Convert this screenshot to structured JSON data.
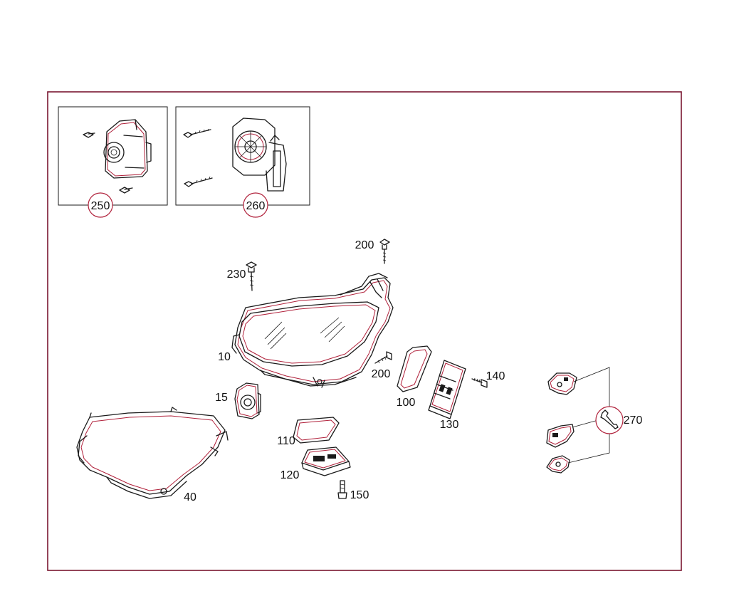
{
  "colors": {
    "frame": "#7a1730",
    "accent": "#b0203a",
    "line": "#1a1a1a",
    "label": "#111111"
  },
  "icons": [
    "wrench-icon"
  ],
  "parts": {
    "p250": "250",
    "p260": "260",
    "p200a": "200",
    "p230": "230",
    "p10": "10",
    "p200b": "200",
    "p15": "15",
    "p100": "100",
    "p140": "140",
    "p130": "130",
    "p110": "110",
    "p120": "120",
    "p150": "150",
    "p40": "40",
    "p270": "270"
  }
}
